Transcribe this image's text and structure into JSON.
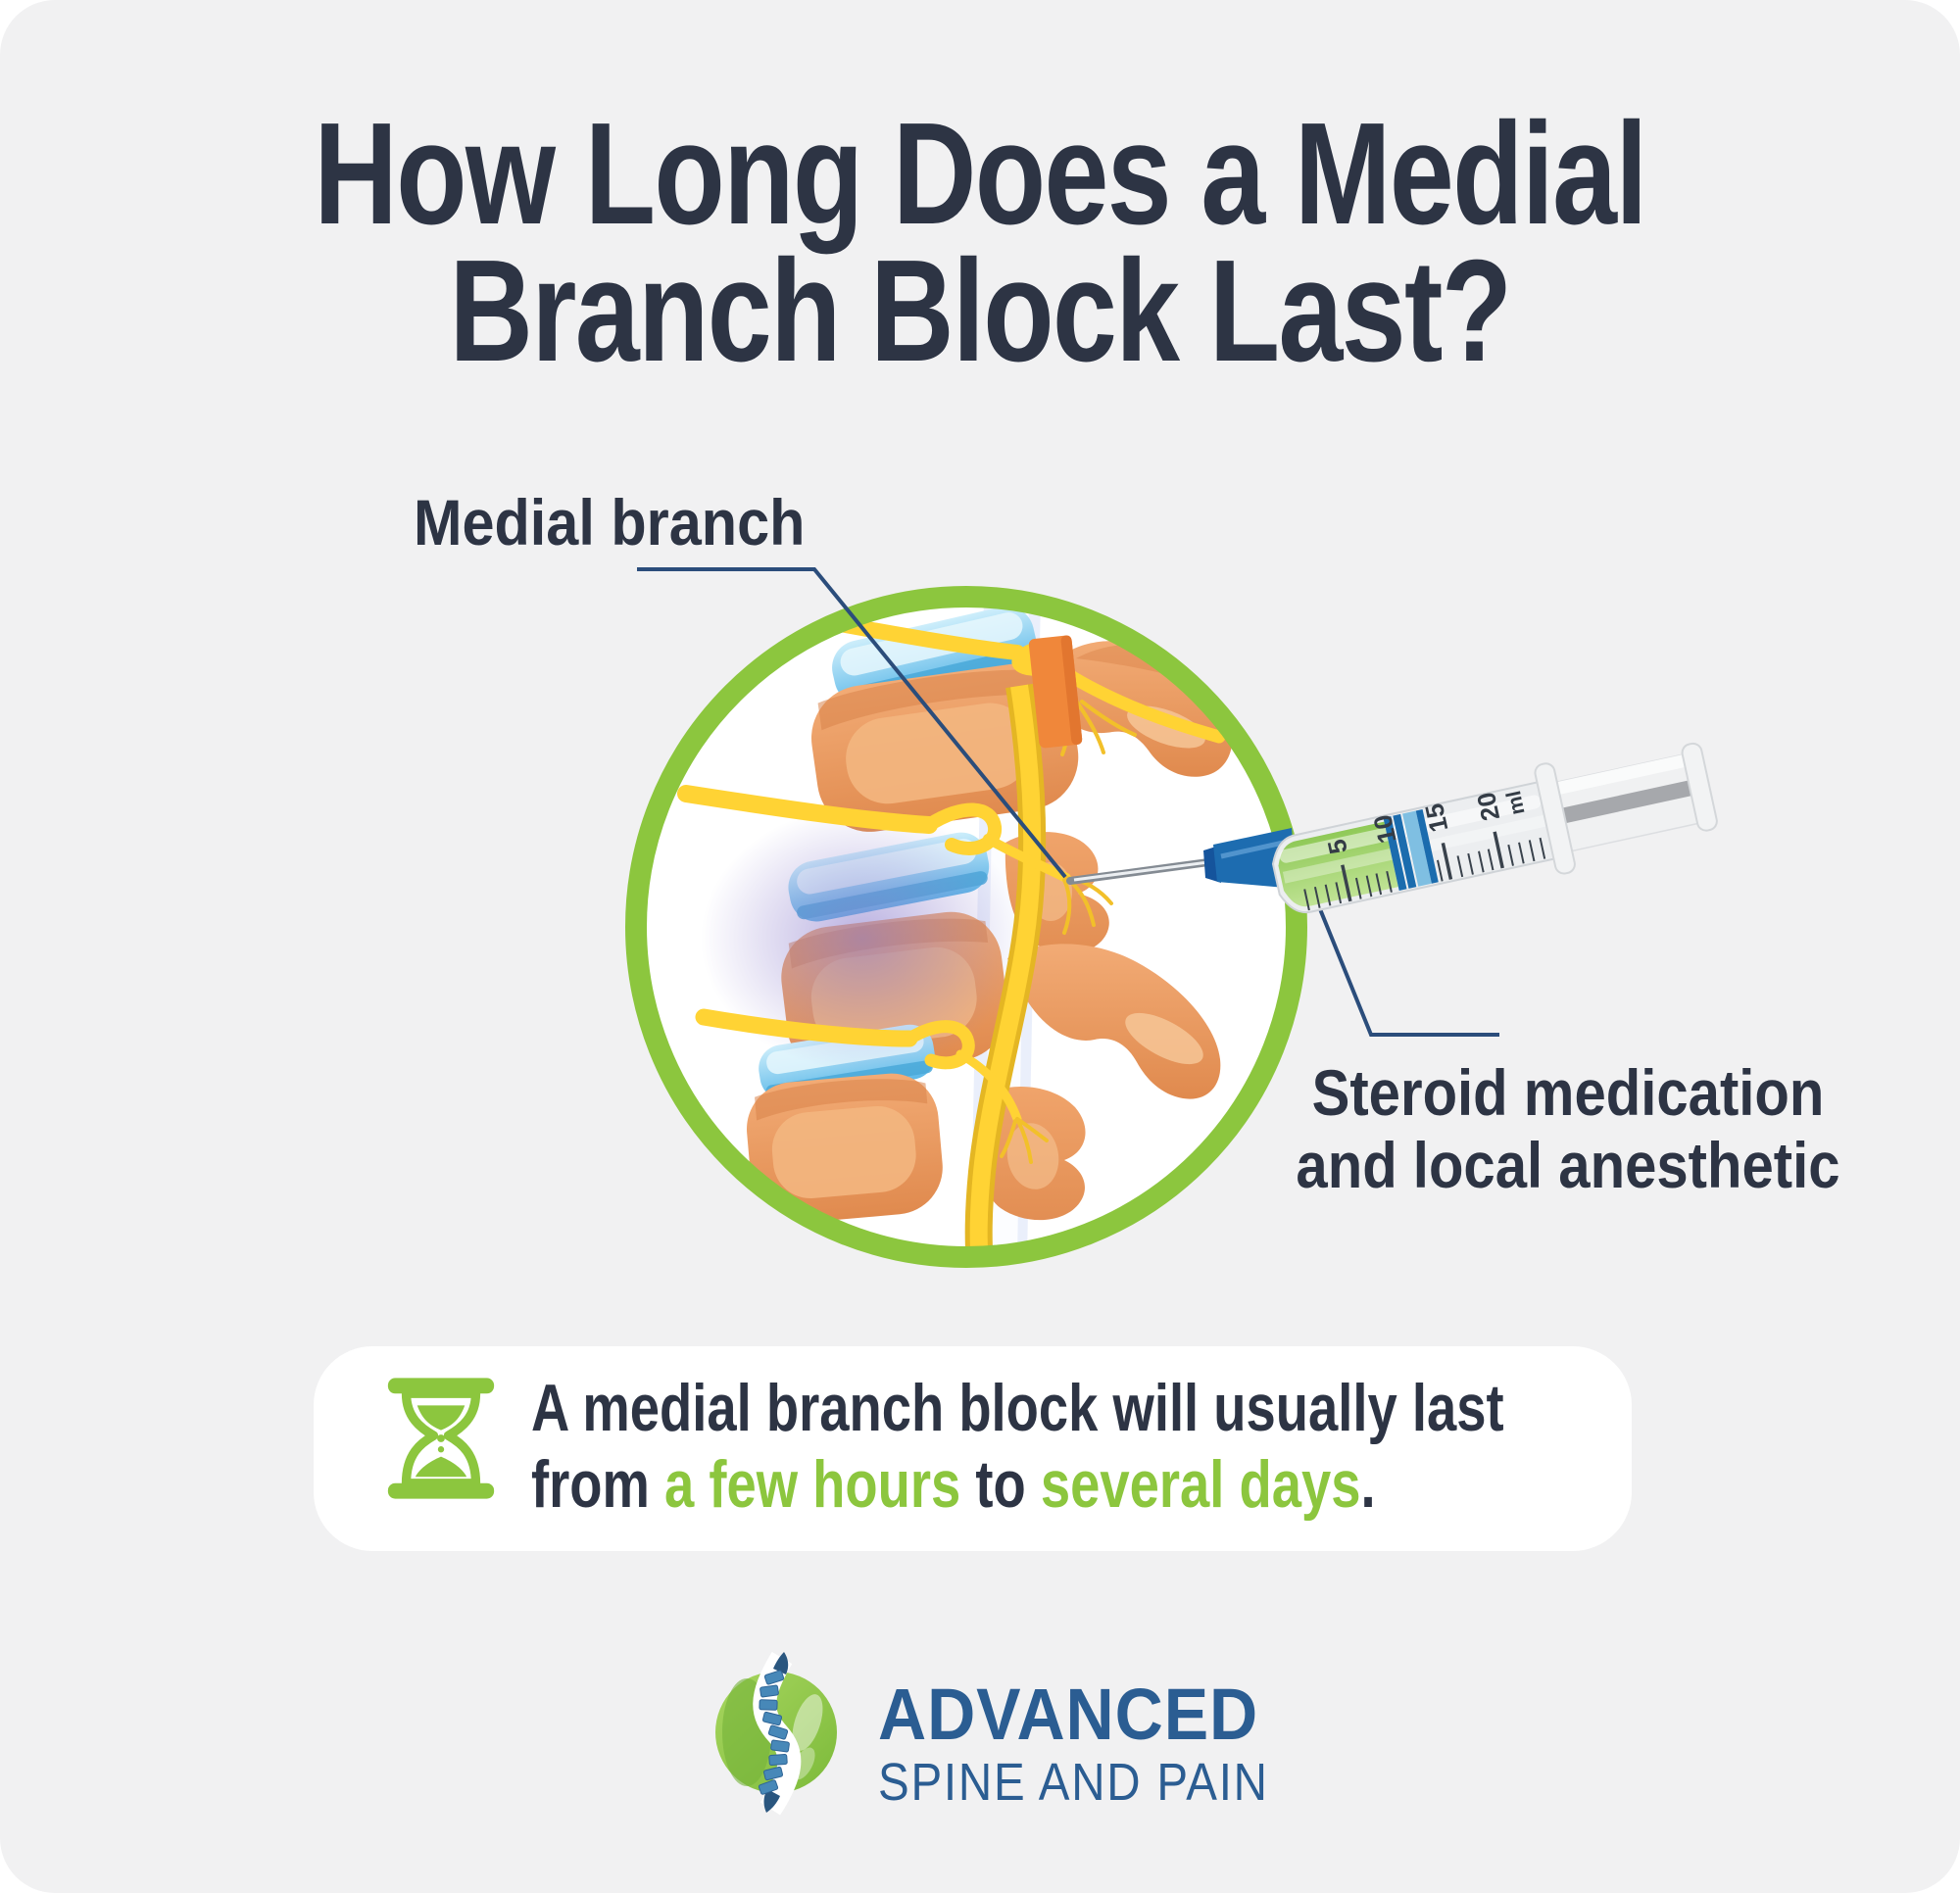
{
  "meta": {
    "background": "#f1f1f2",
    "card_background": "#ffffff",
    "accent_green": "#8cc63e",
    "text_dark": "#2d3444",
    "leader_blue": "#2b4d7b",
    "logo_blue": "#2b5d92"
  },
  "title": {
    "line1": "How Long Does a Medial",
    "line2": "Branch Block Last?"
  },
  "diagram": {
    "label_medial_branch": "Medial branch",
    "label_steroid_line1": "Steroid medication",
    "label_steroid_line2": "and local anesthetic",
    "syringe": {
      "scale_marks": [
        "5",
        "10",
        "15",
        "20"
      ],
      "unit": "ml"
    }
  },
  "summary": {
    "icon": "hourglass-icon",
    "line1": "A medial branch block will usually last",
    "line2": {
      "t1": "from ",
      "hl1": "a few hours",
      "t2": " to ",
      "hl2": "several days",
      "t3": "."
    }
  },
  "logo": {
    "icon": "spine-in-leaf-icon",
    "name": "ADVANCED",
    "tagline": "SPINE AND PAIN"
  }
}
